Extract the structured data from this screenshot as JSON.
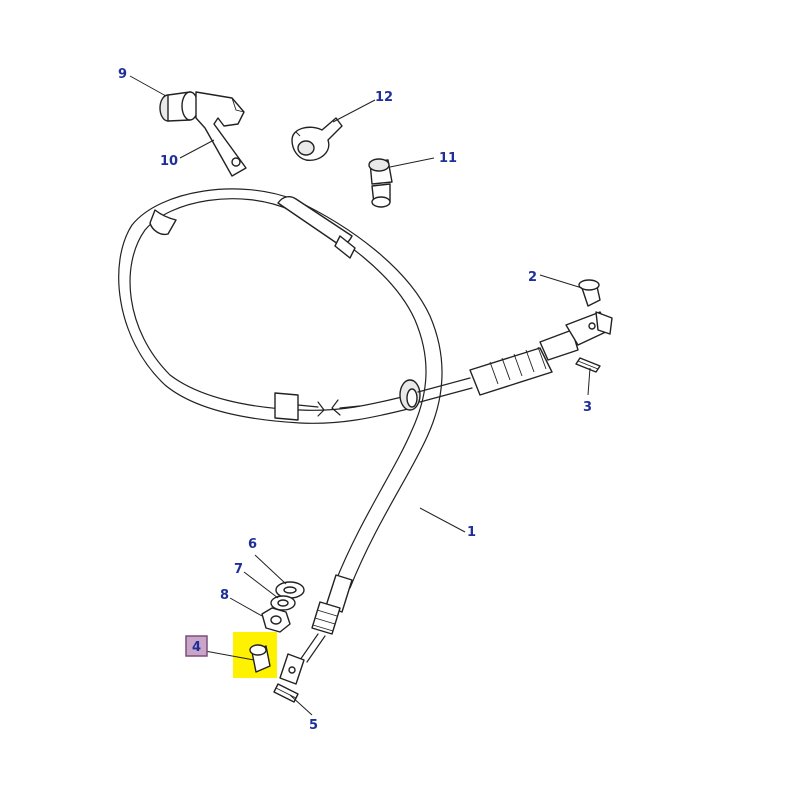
{
  "colors": {
    "callout_text": "#1f2f9a",
    "highlight": "#fff200",
    "selected_label_bg": "#c9a5c8",
    "selected_label_border": "#7a4f7a",
    "line": "#222222"
  },
  "callouts": {
    "c1": "1",
    "c2": "2",
    "c3": "3",
    "c4": "4",
    "c5": "5",
    "c6": "6",
    "c7": "7",
    "c8": "8",
    "c9": "9",
    "c10": "10",
    "c11": "11",
    "c12": "12"
  },
  "selected_part": "4"
}
